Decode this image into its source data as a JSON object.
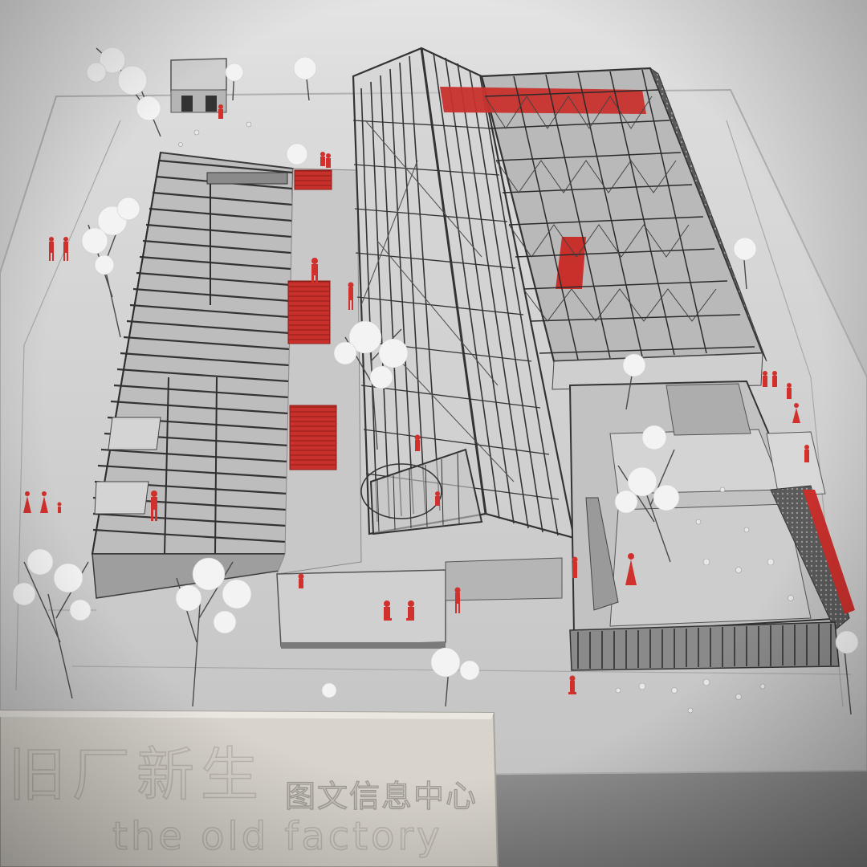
{
  "colors": {
    "background_top": "#d9d9d9",
    "background_floor": "#8c8c8c",
    "board": "#cfcfcf",
    "structure": "#3a3a3a",
    "accent_red": "#d0312d",
    "trees": "#f2f2f2",
    "sign_board": "#d6d2ca"
  },
  "sign": {
    "title_cn": "旧厂新生",
    "subtitle_cn": "图文信息中心",
    "title_en": "the old factory"
  },
  "icons": [
    "tree-icon",
    "person-figure-icon"
  ]
}
